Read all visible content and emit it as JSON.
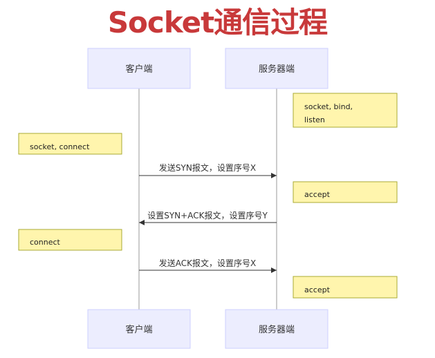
{
  "title": "Socket通信过程",
  "colors": {
    "title": "#c8393a",
    "participant_fill": "#ecedfe",
    "participant_stroke": "#cccfff",
    "note_fill": "#fff5ad",
    "note_stroke": "#aaaa33",
    "line": "#999999",
    "arrow": "#333333"
  },
  "participants": {
    "client": {
      "label": "客户端"
    },
    "server": {
      "label": "服务器端"
    }
  },
  "notes": [
    {
      "side": "server",
      "lines": [
        "socket, bind,",
        "listen"
      ]
    },
    {
      "side": "client",
      "lines": [
        "socket, connect"
      ]
    },
    {
      "side": "server",
      "lines": [
        "accept"
      ]
    },
    {
      "side": "client",
      "lines": [
        "connect"
      ]
    },
    {
      "side": "server",
      "lines": [
        "accept"
      ]
    }
  ],
  "messages": [
    {
      "from": "client",
      "to": "server",
      "label": "发送SYN报文，设置序号X"
    },
    {
      "from": "server",
      "to": "client",
      "label": "设置SYN+ACK报文，设置序号Y"
    },
    {
      "from": "client",
      "to": "server",
      "label": "发送ACK报文，设置序号X"
    }
  ]
}
